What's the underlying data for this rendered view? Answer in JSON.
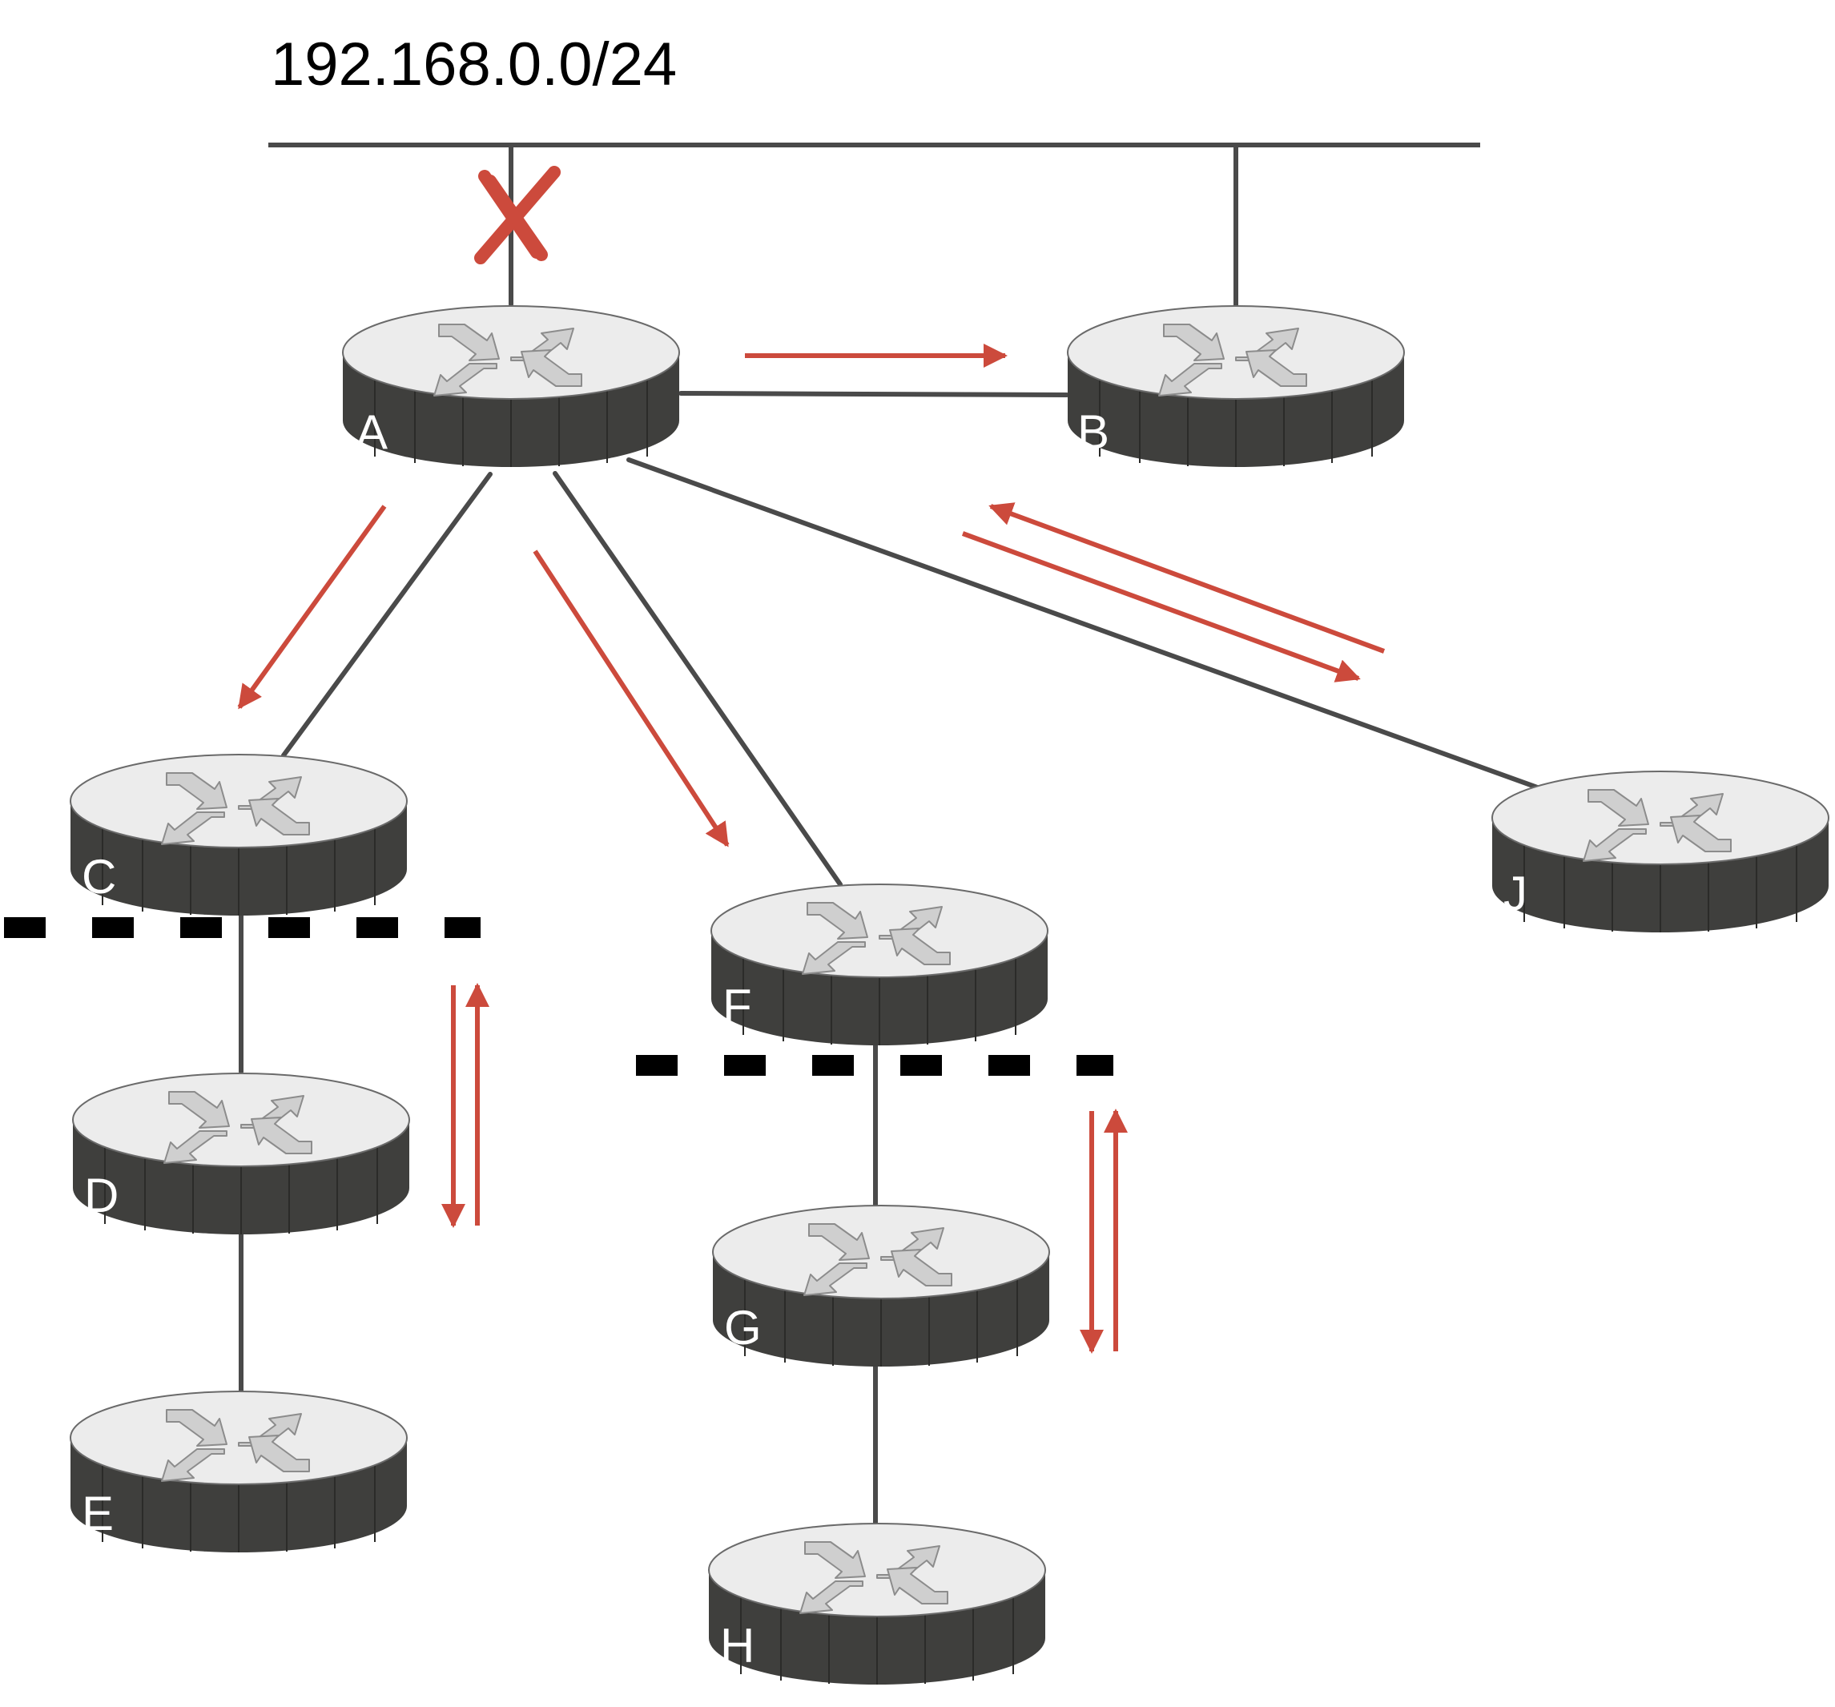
{
  "network": {
    "subnet": "192.168.0.0/24"
  },
  "routers": [
    {
      "id": "A",
      "label": "A"
    },
    {
      "id": "B",
      "label": "B"
    },
    {
      "id": "C",
      "label": "C"
    },
    {
      "id": "D",
      "label": "D"
    },
    {
      "id": "E",
      "label": "E"
    },
    {
      "id": "F",
      "label": "F"
    },
    {
      "id": "G",
      "label": "G"
    },
    {
      "id": "H",
      "label": "H"
    },
    {
      "id": "J",
      "label": "J"
    }
  ],
  "links": [
    [
      "LAN",
      "A"
    ],
    [
      "LAN",
      "B"
    ],
    [
      "A",
      "B"
    ],
    [
      "A",
      "C"
    ],
    [
      "A",
      "F"
    ],
    [
      "A",
      "J"
    ],
    [
      "C",
      "D"
    ],
    [
      "D",
      "E"
    ],
    [
      "F",
      "G"
    ],
    [
      "G",
      "H"
    ]
  ],
  "failed_link": [
    "LAN",
    "A"
  ],
  "colors": {
    "link": "#4a4a4a",
    "arrow": "#cc4a3c",
    "router_body": "#3f3f3d",
    "router_top": "#ececec",
    "router_arrow": "#c8c8c8",
    "boundary": "#000000"
  }
}
